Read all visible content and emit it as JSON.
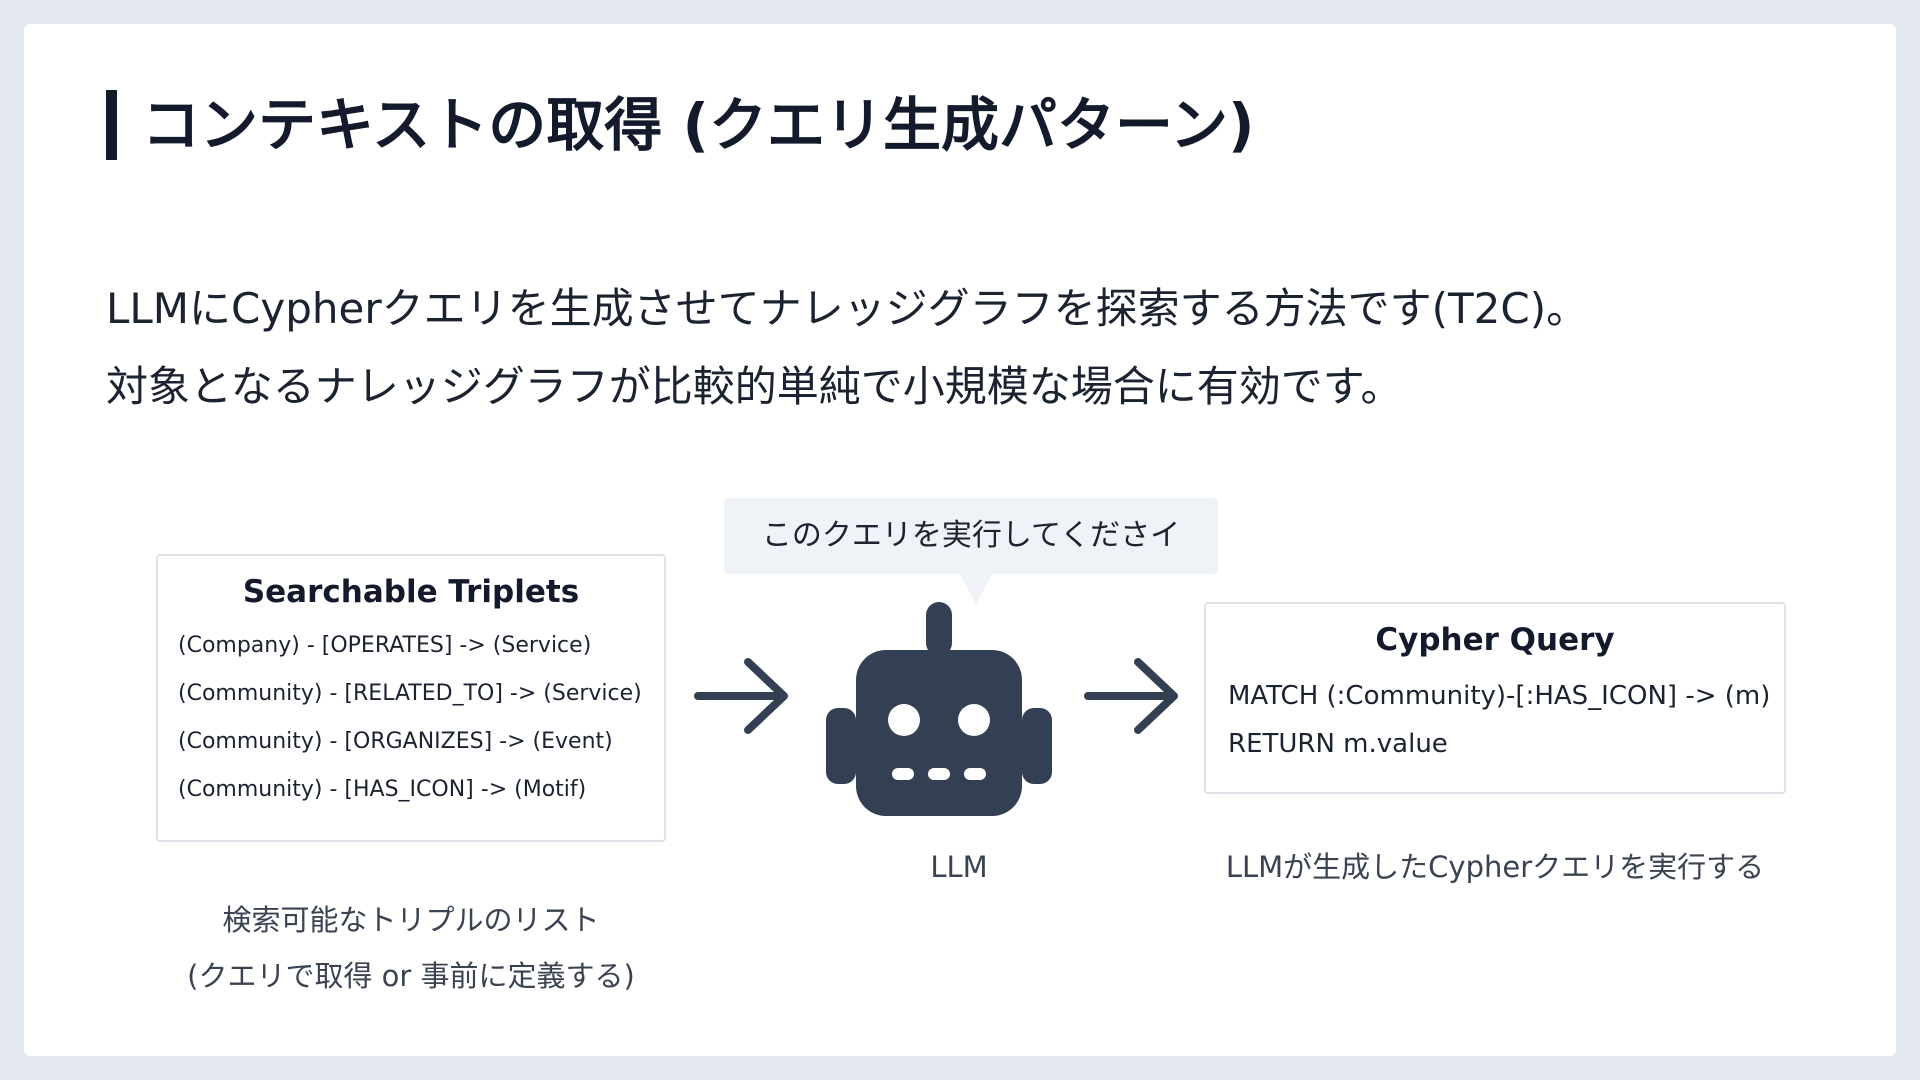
{
  "slide": {
    "title": "コンテキストの取得 (クエリ生成パターン)",
    "description_lines": [
      "LLMにCypherクエリを生成させてナレッジグラフを探索する方法です(T2C)。",
      "対象となるナレッジグラフが比較的単純で小規模な場合に有効です。"
    ]
  },
  "diagram": {
    "triplets": {
      "title": "Searchable Triplets",
      "items": [
        "(Company) - [OPERATES] -> (Service)",
        "(Community) - [RELATED_TO] -> (Service)",
        "(Community) - [ORGANIZES] -> (Event)",
        "(Community) - [HAS_ICON] -> (Motif)"
      ],
      "caption_lines": [
        "検索可能なトリプルのリスト",
        "(クエリで取得 or 事前に定義する)"
      ]
    },
    "llm": {
      "label": "LLM",
      "speech": "このクエリを実行してくださイ",
      "icon": "robot-icon"
    },
    "query": {
      "title": "Cypher Query",
      "lines": [
        "MATCH (:Community)-[:HAS_ICON] -> (m)",
        "RETURN m.value"
      ],
      "caption": "LLMが生成したCypherクエリを実行する"
    },
    "colors": {
      "icon": "#333f52",
      "title_bar": "#121a2b",
      "background": "#e4e9f1",
      "bubble": "#eff2f7"
    }
  }
}
